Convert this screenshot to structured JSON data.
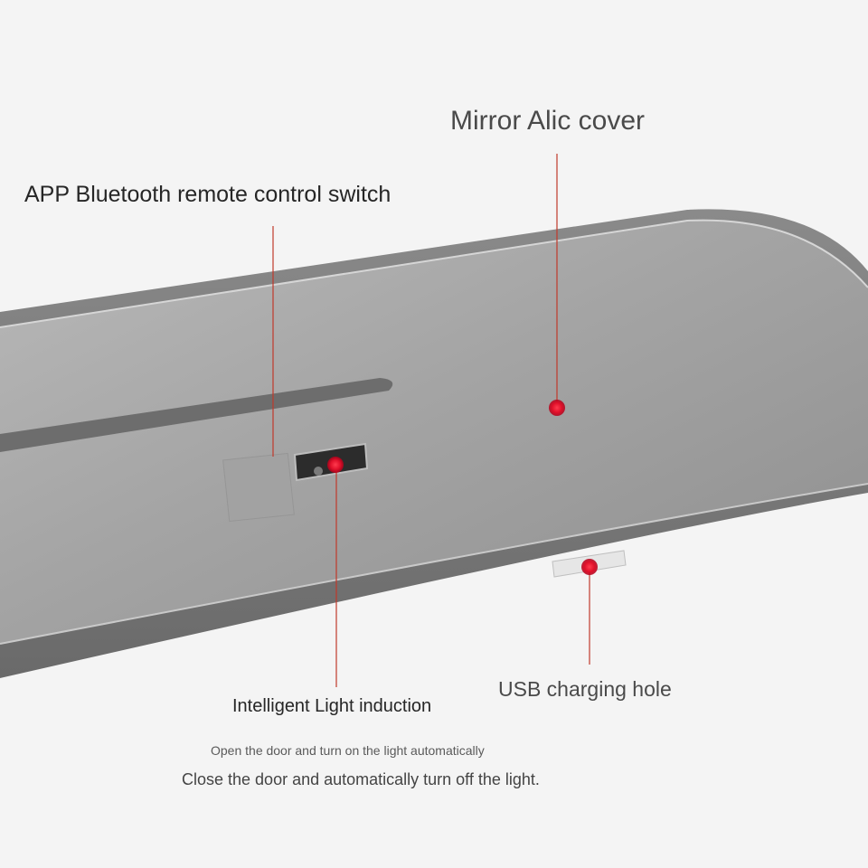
{
  "labels": {
    "mirror_cover": "Mirror Alic cover",
    "bluetooth_switch": "APP Bluetooth remote control switch",
    "usb_hole": "USB charging hole",
    "light_induction": "Intelligent Light induction"
  },
  "notes": {
    "open": "Open the door and turn on the light automatically",
    "close": "Close the door and automatically turn off the light."
  },
  "colors": {
    "background": "#f4f4f4",
    "device_body": "#8f8f8f",
    "device_rim": "#6f6f6f",
    "leader_line": "#c0392b",
    "marker": "#e0102a"
  }
}
